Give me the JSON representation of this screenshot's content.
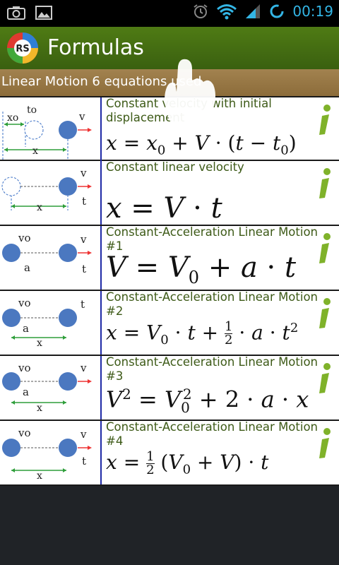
{
  "status_bar": {
    "time": "00:19"
  },
  "action_bar": {
    "title": "Formulas",
    "logo_text": "RS"
  },
  "section": {
    "title": "Linear Motion 6 equations used"
  },
  "diagram_labels": {
    "xo": "xo",
    "to": "to",
    "v": "v",
    "x": "x",
    "t": "t",
    "vo": "vo",
    "a": "a"
  },
  "formulas": [
    {
      "title": "Constant velocity with initial displacement",
      "formula": "x = x₀ + V · (t − t₀)"
    },
    {
      "title": "Constant linear velocity",
      "formula": "x = V · t"
    },
    {
      "title": "Constant-Acceleration Linear Motion #1",
      "formula": "V = V₀ + a · t"
    },
    {
      "title": "Constant-Acceleration Linear Motion #2",
      "formula": "x = V₀ · t + ½ · a · t²"
    },
    {
      "title": "Constant-Acceleration Linear Motion #3",
      "formula": "V² = V₀² + 2 · a · x"
    },
    {
      "title": "Constant-Acceleration Linear Motion #4",
      "formula": "x = ½ (V₀ + V) · t"
    }
  ],
  "colors": {
    "accent": "#33b5e5",
    "action_bar": "#4a7516",
    "section": "#9a7a46",
    "title_text": "#3d5a17",
    "info_icon": "#7fb22a",
    "ball": "#4b78c0"
  }
}
